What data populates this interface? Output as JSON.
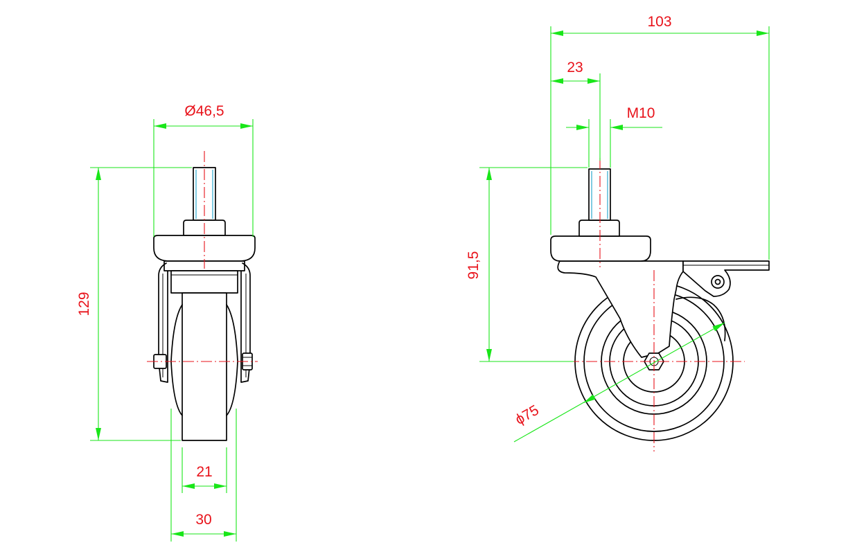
{
  "dimensions": {
    "stem_diameter": "Ø46,5",
    "total_height": "129",
    "wheel_hub_width": "21",
    "wheel_width": "30",
    "overall_length": "103",
    "offset": "23",
    "thread": "M10",
    "mount_height": "91,5",
    "wheel_diameter": "ϕ75"
  },
  "colors": {
    "dimension_lines": "#19e619",
    "dimension_text": "#e8121a",
    "center_lines": "#e8121a",
    "outline": "#000000",
    "thread_lines": "#1aa3c9"
  }
}
